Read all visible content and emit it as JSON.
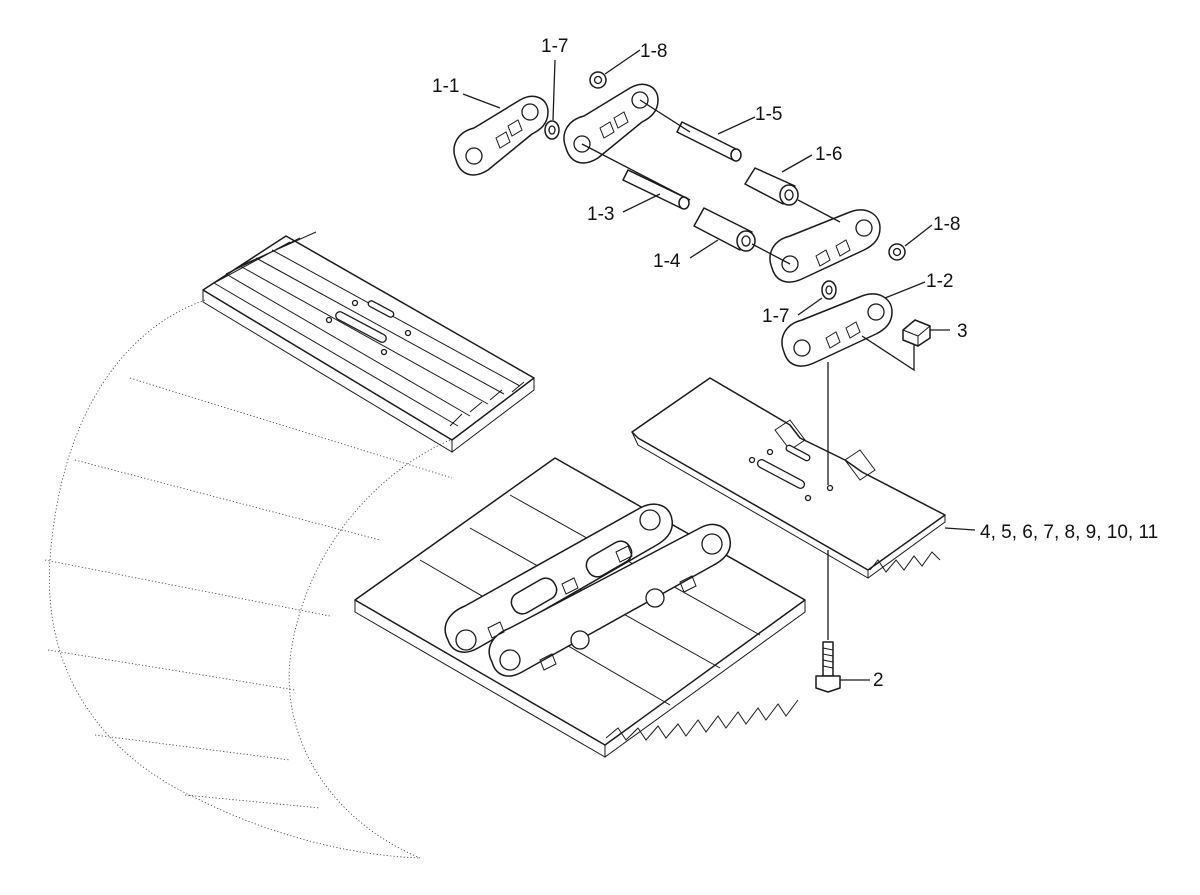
{
  "labels": {
    "p1_1": "1-1",
    "p1_7a": "1-7",
    "p1_8a": "1-8",
    "p1_5": "1-5",
    "p1_6": "1-6",
    "p1_3": "1-3",
    "p1_4": "1-4",
    "p1_8b": "1-8",
    "p1_2": "1-2",
    "p1_7b": "1-7",
    "p3": "3",
    "p4_11": "4, 5, 6, 7, 8, 9, 10, 11",
    "p2": "2"
  }
}
